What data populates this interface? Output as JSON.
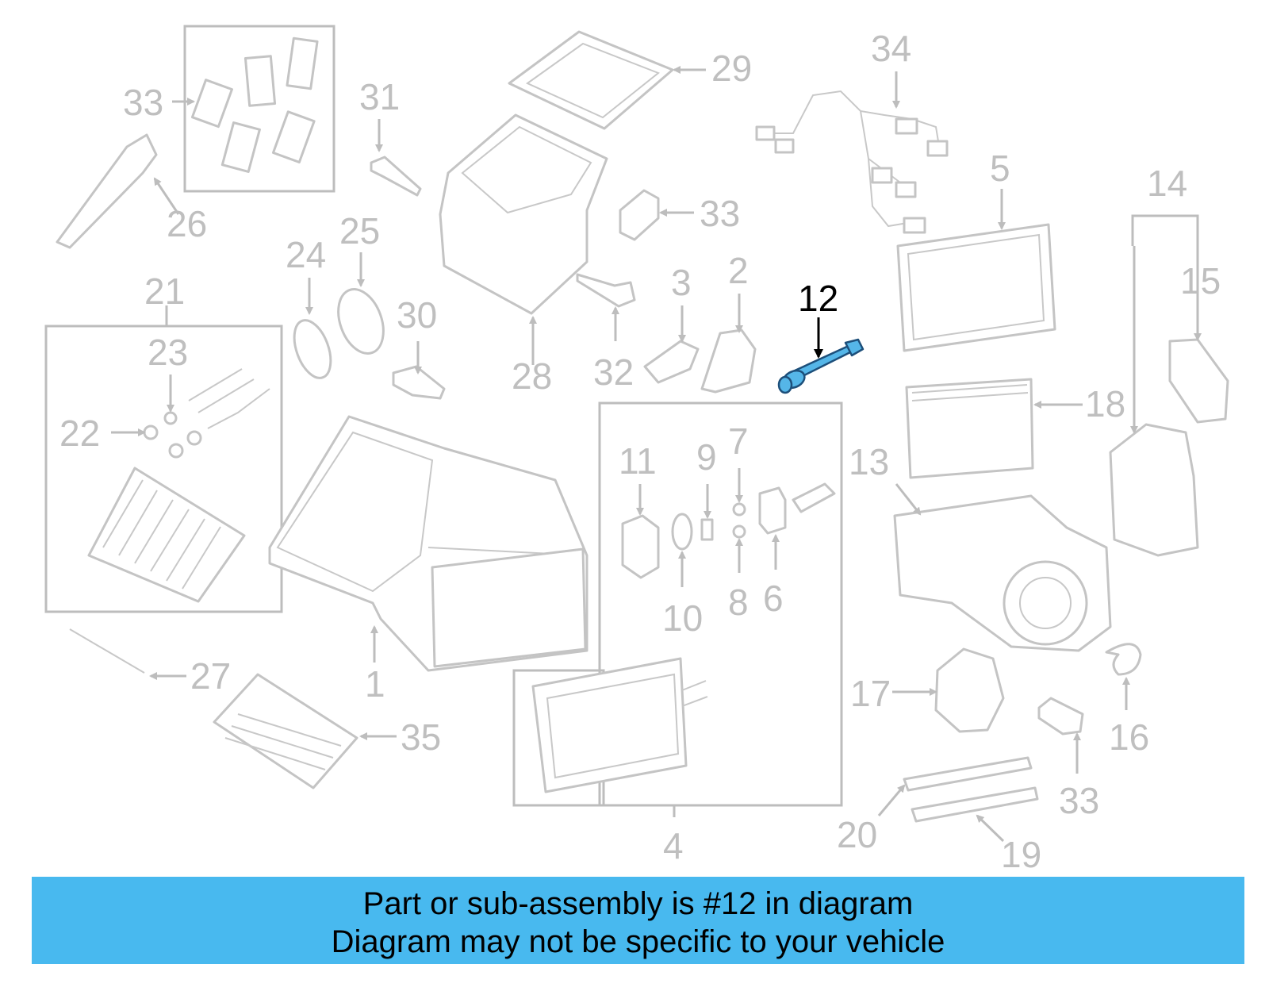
{
  "diagram": {
    "highlighted_part": "12",
    "highlight_color": "#55b6e8",
    "banner_color": "#48b9ef",
    "callouts": [
      {
        "id": "c33a",
        "text": "33"
      },
      {
        "id": "c31",
        "text": "31"
      },
      {
        "id": "c29",
        "text": "29"
      },
      {
        "id": "c34",
        "text": "34"
      },
      {
        "id": "c26",
        "text": "26"
      },
      {
        "id": "c33b",
        "text": "33"
      },
      {
        "id": "c5",
        "text": "5"
      },
      {
        "id": "c14",
        "text": "14"
      },
      {
        "id": "c24",
        "text": "24"
      },
      {
        "id": "c25",
        "text": "25"
      },
      {
        "id": "c21",
        "text": "21"
      },
      {
        "id": "c3",
        "text": "3"
      },
      {
        "id": "c2",
        "text": "2"
      },
      {
        "id": "c12",
        "text": "12"
      },
      {
        "id": "c15",
        "text": "15"
      },
      {
        "id": "c30",
        "text": "30"
      },
      {
        "id": "c23",
        "text": "23"
      },
      {
        "id": "c28",
        "text": "28"
      },
      {
        "id": "c32",
        "text": "32"
      },
      {
        "id": "c22",
        "text": "22"
      },
      {
        "id": "c18",
        "text": "18"
      },
      {
        "id": "c11",
        "text": "11"
      },
      {
        "id": "c9",
        "text": "9"
      },
      {
        "id": "c7",
        "text": "7"
      },
      {
        "id": "c13",
        "text": "13"
      },
      {
        "id": "c10",
        "text": "10"
      },
      {
        "id": "c8",
        "text": "8"
      },
      {
        "id": "c6",
        "text": "6"
      },
      {
        "id": "c1",
        "text": "1"
      },
      {
        "id": "c27",
        "text": "27"
      },
      {
        "id": "c17",
        "text": "17"
      },
      {
        "id": "c16",
        "text": "16"
      },
      {
        "id": "c35",
        "text": "35"
      },
      {
        "id": "c33c",
        "text": "33"
      },
      {
        "id": "c20",
        "text": "20"
      },
      {
        "id": "c4",
        "text": "4"
      },
      {
        "id": "c19",
        "text": "19"
      }
    ]
  },
  "caption": {
    "line1": "Part or sub-assembly is #12 in diagram",
    "line2": "Diagram may not be specific to your vehicle"
  }
}
